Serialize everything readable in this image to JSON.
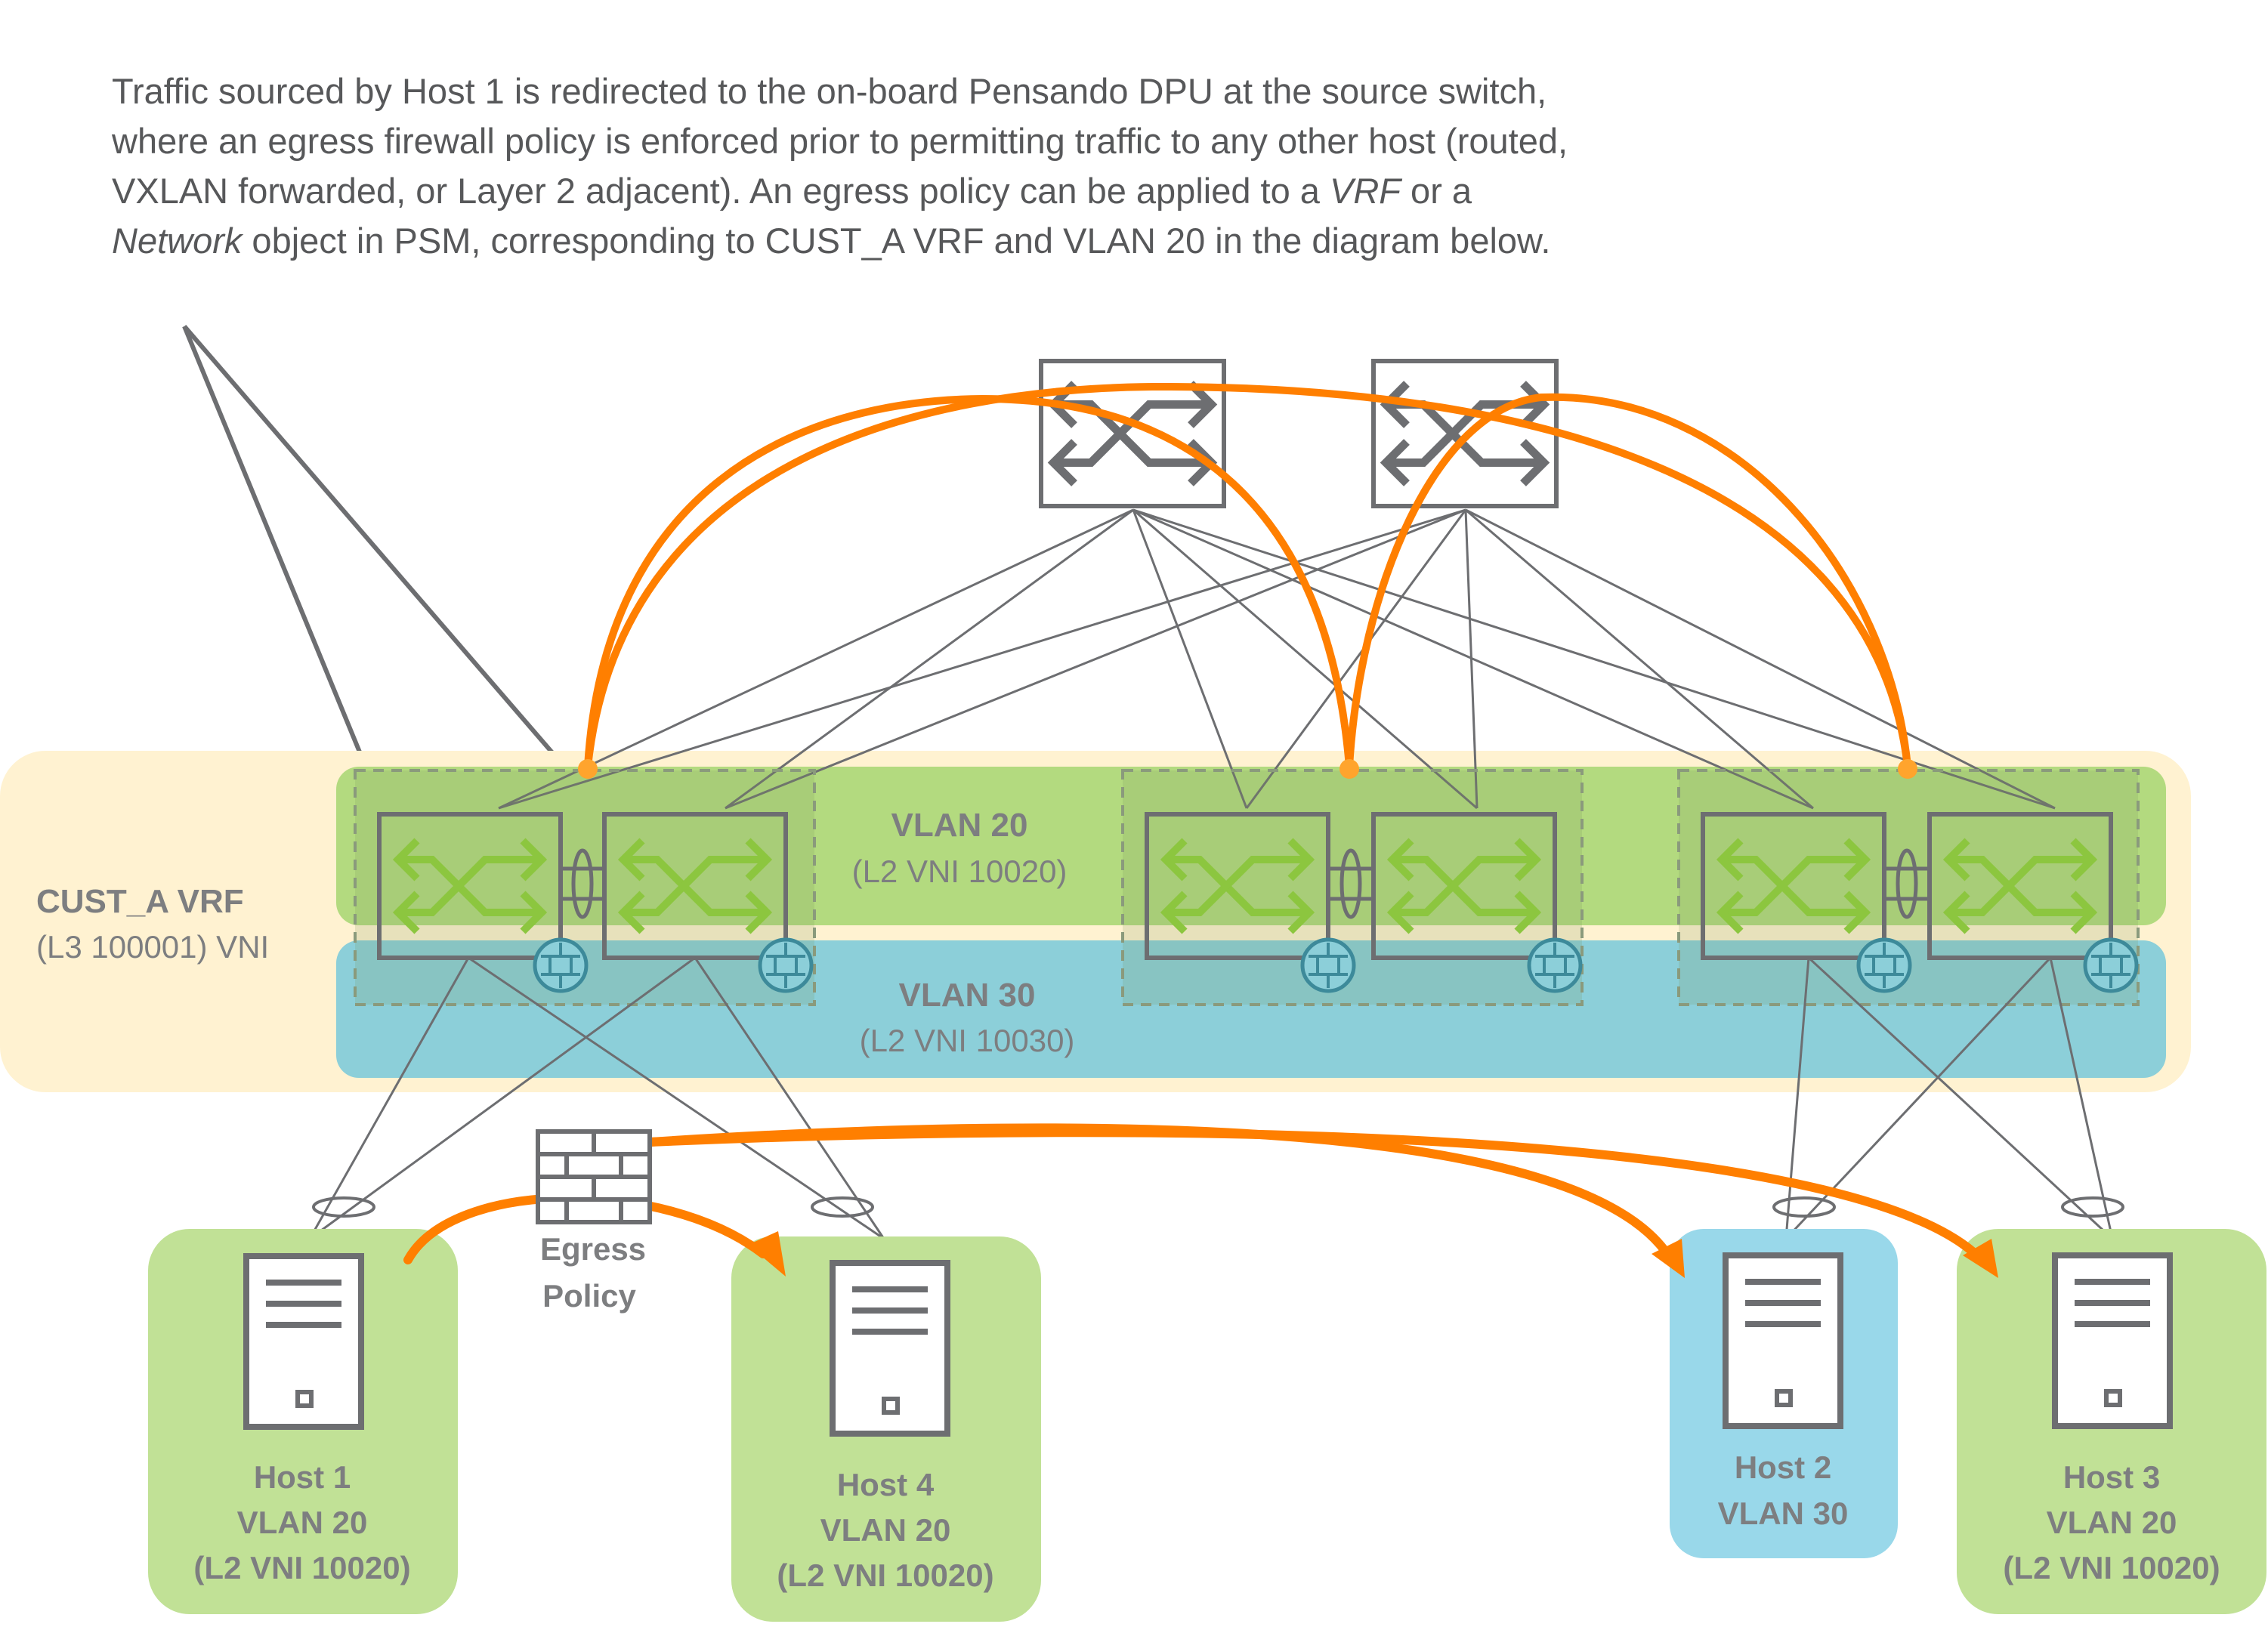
{
  "description": {
    "p1": "Traffic sourced by Host 1 is redirected to the on-board Pensando DPU at the source switch, where an egress firewall policy is enforced prior to permitting traffic to any other host (routed, VXLAN forwarded, or Layer 2 adjacent). An egress policy can be applied to a ",
    "vrf": "VRF",
    "p2": " or a ",
    "network": "Network",
    "p3": " object in PSM, corresponding to CUST_A VRF  and VLAN 20 in the diagram below."
  },
  "vrf": {
    "name": "CUST_A VRF",
    "vni": "(L3 100001) VNI"
  },
  "vlan20": {
    "name": "VLAN 20",
    "vni": "(L2 VNI 10020)"
  },
  "vlan30": {
    "name": "VLAN 30",
    "vni": "(L2 VNI 10030)"
  },
  "egress_policy": {
    "line1": "Egress",
    "line2": "Policy"
  },
  "hosts": [
    {
      "name": "Host 1",
      "vlan": "VLAN 20",
      "vni": "(L2 VNI 10020)"
    },
    {
      "name": "Host 4",
      "vlan": "VLAN 20",
      "vni": "(L2 VNI 10020)"
    },
    {
      "name": "Host 2",
      "vlan": "VLAN 30"
    },
    {
      "name": "Host 3",
      "vlan": "VLAN 20",
      "vni": "(L2 VNI 10020)"
    }
  ],
  "colors": {
    "orange": "#ff7f00",
    "vrf_bg": "#fff2d1",
    "vlan20": "#b3da7f",
    "vlan30": "#8ccfd9",
    "host_green": "#c1e196",
    "host_blue": "#99d8ea",
    "gray": "#6d6e71"
  }
}
